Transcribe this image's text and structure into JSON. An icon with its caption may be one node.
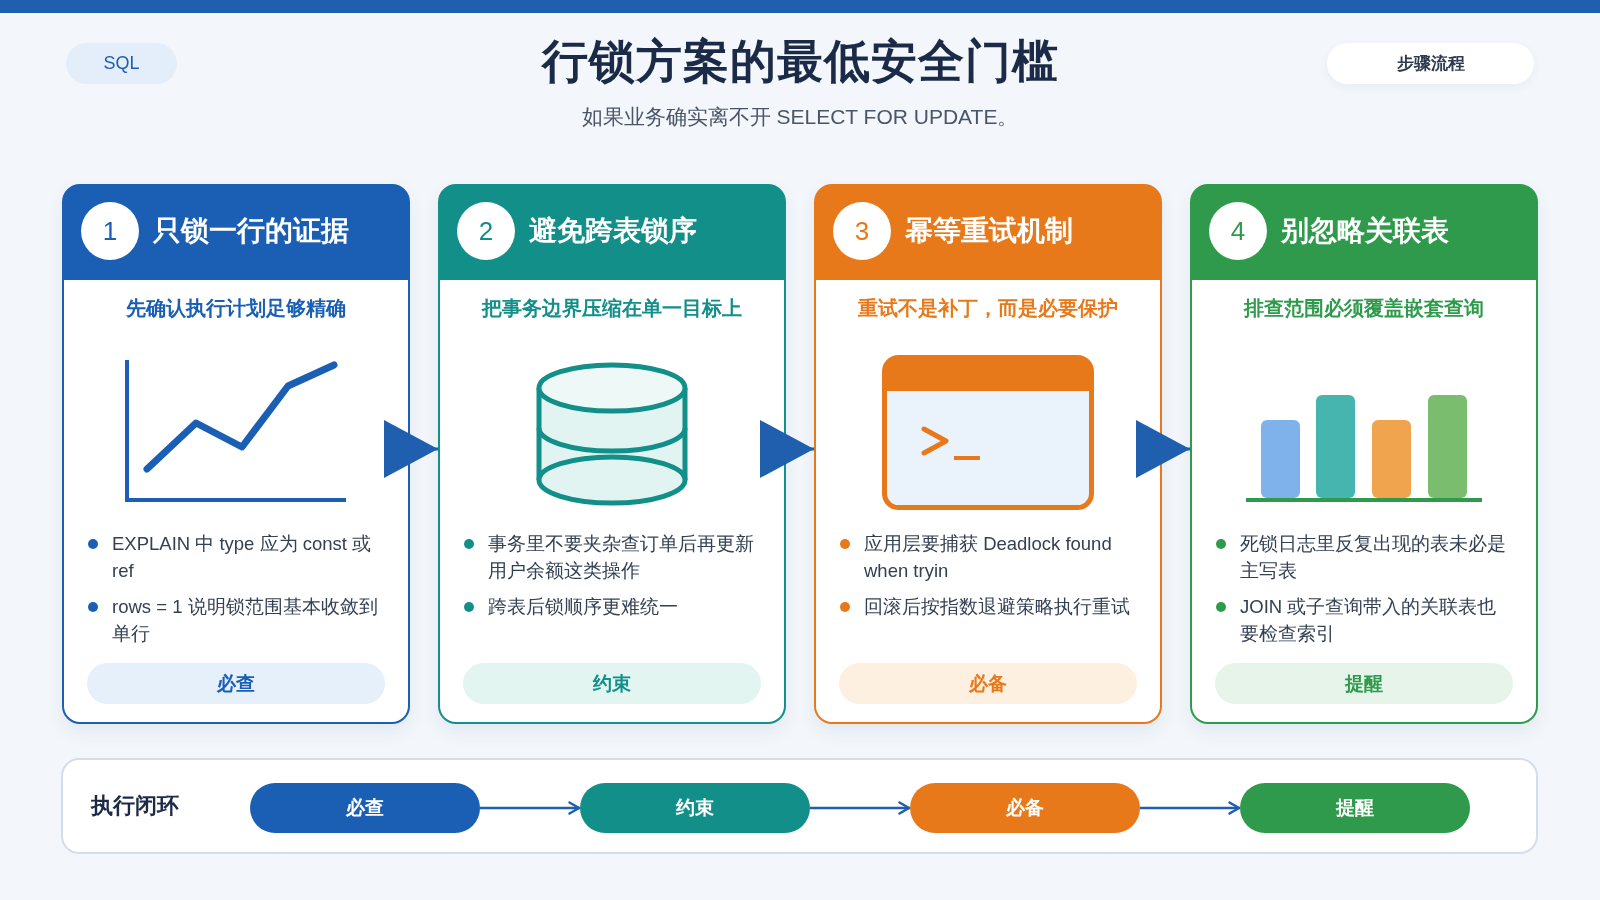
{
  "diagram": {
    "title": "行锁方案的最低安全门槛",
    "nodes": [
      {
        "text": [
          "SQL"
        ]
      },
      {
        "text": [
          "步骤流程"
        ]
      },
      {
        "text": [
          "只锁一行的证据",
          "先确认执行计划足够精确",
          "EXPLAIN 中 type 应为 const 或 ref",
          "rows = 1 说明锁范围基本收敛到单行"
        ]
      },
      {
        "text": [
          "1"
        ],
        "in": 2
      },
      {
        "text": [
          "必查"
        ],
        "in": 2
      },
      {
        "text": [
          "避免跨表锁序",
          "把事务边界压缩在单一目标上",
          "事务里不要夹杂查订单后再更新用户余额这类操作",
          "跨表后锁顺序更难统一"
        ]
      },
      {
        "text": [
          "2"
        ],
        "in": 5
      },
      {
        "text": [
          "约束"
        ],
        "in": 5
      },
      {
        "text": [
          "幂等重试机制",
          "重试不是补丁，而是必要保护",
          "应用层要捕获 Deadlock found when tryin",
          "回滚后按指数退避策略执行重试"
        ]
      },
      {
        "text": [
          "3"
        ],
        "in": 8
      },
      {
        "text": [
          "必备"
        ],
        "in": 8
      },
      {
        "text": [
          "别忽略关联表",
          "排查范围必须覆盖嵌套查询",
          "死锁日志里反复出现的表未必是主写表",
          "JOIN 或子查询带入的关联表也要检查索引"
        ]
      },
      {
        "text": [
          "4"
        ],
        "in": 11
      },
      {
        "text": [
          "提醒"
        ],
        "in": 11
      },
      {
        "text": [
          "执行闭环"
        ]
      },
      {
        "text": [
          "必查"
        ],
        "in": 14
      },
      {
        "text": [
          "约束"
        ],
        "in": 14
      },
      {
        "text": [
          "必备"
        ],
        "in": 14
      },
      {
        "text": [
          "提醒"
        ],
        "in": 14
      }
    ],
    "edges": [
      {
        "from": 2,
        "to": 5,
        "arrow": "to"
      },
      {
        "from": 5,
        "to": 8,
        "arrow": "to"
      },
      {
        "from": 8,
        "to": 11,
        "arrow": "to"
      },
      {
        "from": 15,
        "to": 16,
        "arrow": "to"
      },
      {
        "from": 16,
        "to": 17,
        "arrow": "to"
      },
      {
        "from": 17,
        "to": 18,
        "arrow": "to"
      }
    ],
    "labels": [
      "如果业务确实离不开 SELECT FOR UPDATE。"
    ]
  }
}
